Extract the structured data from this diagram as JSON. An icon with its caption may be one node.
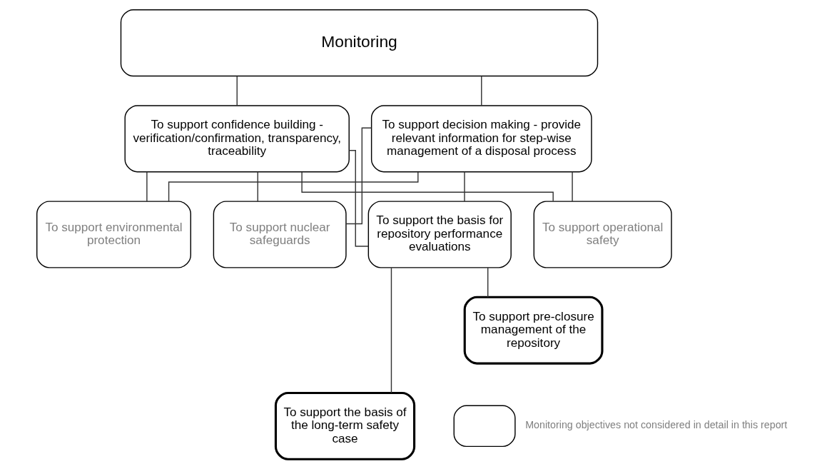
{
  "diagram": {
    "nodes": [
      {
        "text": [
          "Monitoring"
        ]
      },
      {
        "text": [
          "To support confidence building - verification/confirmation, transparency, traceability"
        ]
      },
      {
        "text": [
          "To support decision making - provide relevant information for step-wise management of a disposal process"
        ]
      },
      {
        "text": [
          "To support the basis for repository performance evaluations"
        ]
      },
      {
        "text": [
          "To support operational safety"
        ]
      },
      {
        "text": [
          "To support environmental protection"
        ]
      },
      {
        "text": [
          "To support nuclear safeguards"
        ]
      },
      {
        "text": [
          "To support the basis of the long-term safety case"
        ]
      },
      {
        "text": [
          "To support pre-closure management of the repository"
        ]
      }
    ],
    "edges": [
      {
        "from": 0,
        "to": 1,
        "arrow": "none"
      },
      {
        "from": 0,
        "to": 2,
        "arrow": "none"
      },
      {
        "from": 1,
        "to": 3,
        "arrow": "none"
      },
      {
        "from": 1,
        "to": 4,
        "arrow": "none"
      },
      {
        "from": 1,
        "to": 5,
        "arrow": "none"
      },
      {
        "from": 1,
        "to": 6,
        "arrow": "none"
      },
      {
        "from": 2,
        "to": 3,
        "arrow": "none"
      },
      {
        "from": 2,
        "to": 4,
        "arrow": "none"
      },
      {
        "from": 2,
        "to": 5,
        "arrow": "none"
      },
      {
        "from": 2,
        "to": 6,
        "arrow": "none"
      },
      {
        "from": 3,
        "to": 7,
        "arrow": "none"
      },
      {
        "from": 3,
        "to": 8,
        "arrow": "none"
      }
    ],
    "legend": [
      {
        "text": "Monitoring objectives not considered in detail in this report"
      }
    ]
  }
}
